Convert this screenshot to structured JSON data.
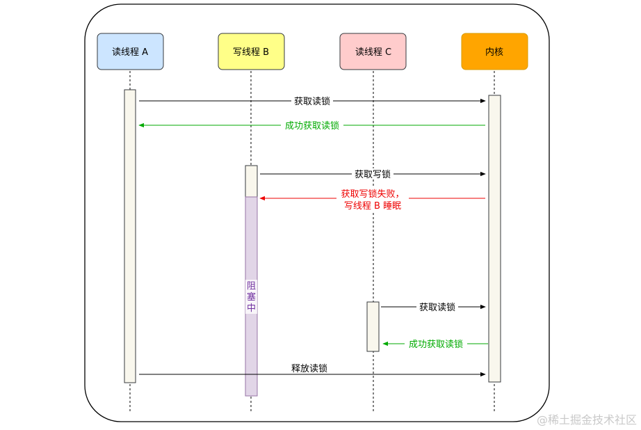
{
  "participants": [
    {
      "id": "A",
      "label": "读线程 A",
      "fill": "#cce5ff",
      "stroke": "#36393d"
    },
    {
      "id": "B",
      "label": "写线程 B",
      "fill": "#ffff88",
      "stroke": "#36393d"
    },
    {
      "id": "C",
      "label": "读线程 C",
      "fill": "#ffcccc",
      "stroke": "#36393d"
    },
    {
      "id": "K",
      "label": "内核",
      "fill": "#ffa500",
      "stroke": "#d79b00"
    }
  ],
  "messages": [
    {
      "label": [
        "获取读锁"
      ],
      "color": "#000000"
    },
    {
      "label": [
        "成功获取读锁"
      ],
      "color": "#00aa00"
    },
    {
      "label": [
        "获取写锁"
      ],
      "color": "#000000"
    },
    {
      "label": [
        "获取写锁失败，",
        "写线程 B 睡眠"
      ],
      "color": "#ee0000"
    },
    {
      "label": [
        "获取读锁"
      ],
      "color": "#000000"
    },
    {
      "label": [
        "成功获取读锁"
      ],
      "color": "#00aa00"
    },
    {
      "label": [
        "释放读锁"
      ],
      "color": "#000000"
    }
  ],
  "blocked": {
    "label": [
      "阻",
      "塞",
      "中"
    ],
    "fill": "#e1d5e7",
    "stroke": "#9673a6",
    "text_color": "#7030a0"
  },
  "colors": {
    "activation_fill": "#f9f7ed",
    "activation_stroke": "#36393d",
    "frame_stroke": "#000000",
    "lifeline": "#000000"
  },
  "watermark": "@稀土掘金技术社区"
}
